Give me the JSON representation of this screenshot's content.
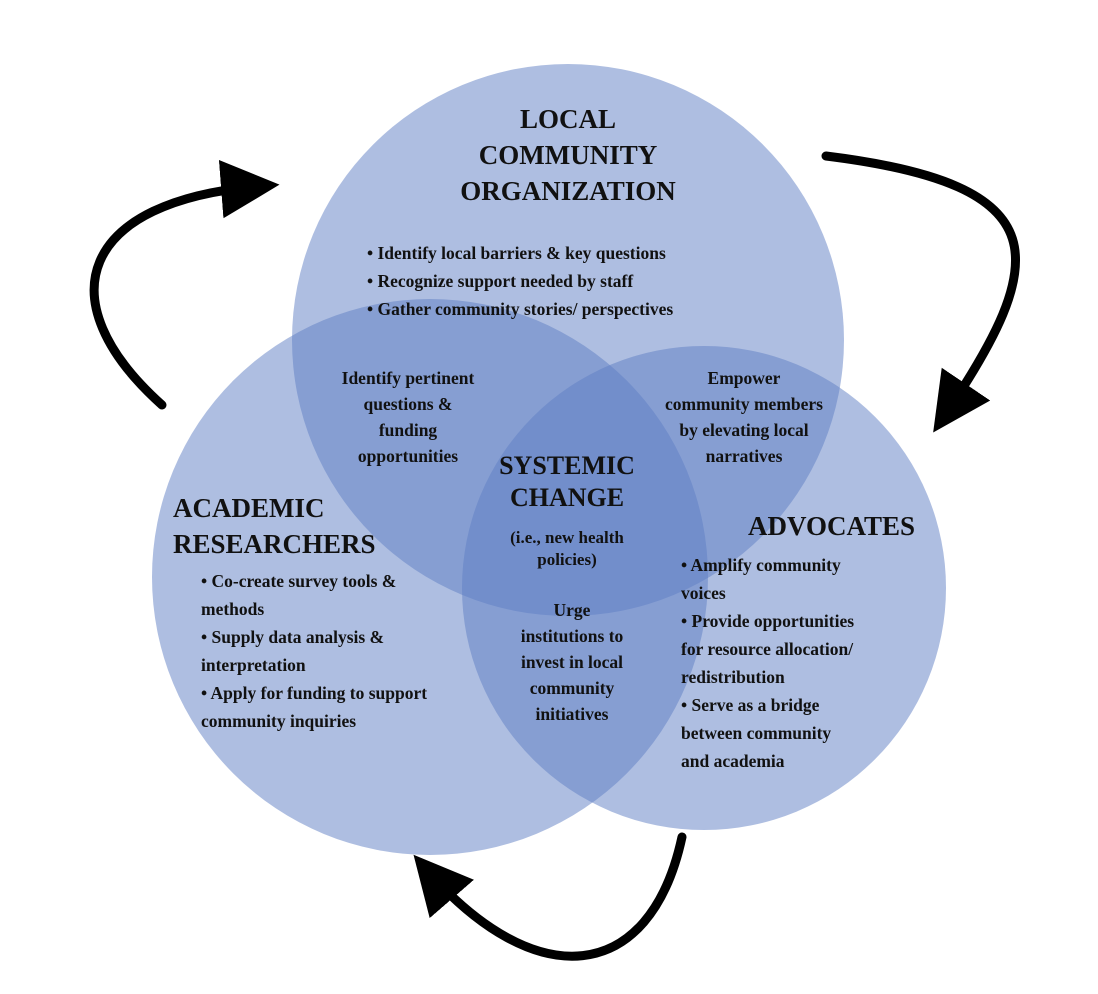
{
  "colors": {
    "circle_fill": "#5d7ec4",
    "arrow": "#000000",
    "text": "#111111"
  },
  "local": {
    "title": [
      "LOCAL",
      "COMMUNITY",
      "ORGANIZATION"
    ],
    "bullets": [
      "• Identify local barriers & key questions",
      "• Recognize support needed by staff",
      "• Gather community stories/ perspectives"
    ]
  },
  "academic": {
    "title": [
      "ACADEMIC",
      "RESEARCHERS"
    ],
    "bullets": [
      "• Co-create survey tools &",
      "methods",
      "• Supply data analysis &",
      "interpretation",
      "• Apply for funding to support",
      "community inquiries"
    ]
  },
  "advocates": {
    "title": [
      "ADVOCATES"
    ],
    "bullets": [
      "• Amplify community",
      "voices",
      "• Provide opportunities",
      "for resource allocation/",
      "redistribution",
      "• Serve as a bridge",
      "between community",
      "and academia"
    ]
  },
  "overlap_local_academic": [
    "Identify pertinent",
    "questions &",
    "funding",
    "opportunities"
  ],
  "overlap_local_advocates": [
    "Empower",
    "community members",
    "by elevating local",
    "narratives"
  ],
  "overlap_academic_advocates": [
    "Urge",
    "institutions to",
    "invest in local",
    "community",
    "initiatives"
  ],
  "center": {
    "title": [
      "SYSTEMIC",
      "CHANGE"
    ],
    "subtitle": [
      "(i.e., new health",
      "policies)"
    ]
  },
  "icons": [
    "curved-arrow"
  ]
}
